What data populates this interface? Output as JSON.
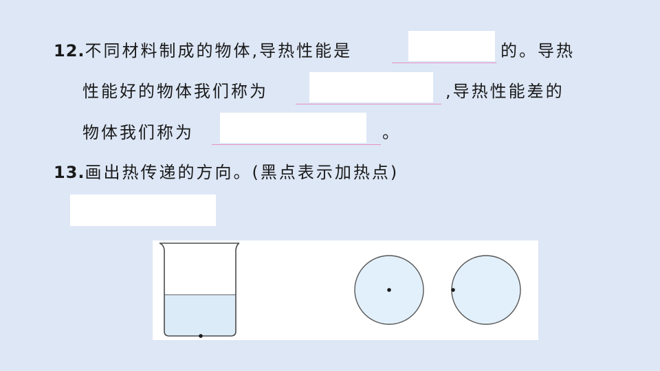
{
  "q12": {
    "number": "12.",
    "line1_before": "不同材料制成的物体,导热性能是",
    "line1_after": "的。导热",
    "line2_before": "性能好的物体我们称为",
    "line2_after": ",导热性能差的",
    "line3_before": "物体我们称为",
    "line3_after": "。"
  },
  "q13": {
    "number": "13.",
    "text": "画出热传递的方向。(黑点表示加热点)"
  },
  "colors": {
    "background": "#dde7f6",
    "blank_underline": "#e68fc4",
    "water": "#dcebf8",
    "circle_fill": "#e2f0fb"
  },
  "icons": [
    "beaker-icon",
    "heating-point-dot",
    "circle-plate-icon"
  ]
}
